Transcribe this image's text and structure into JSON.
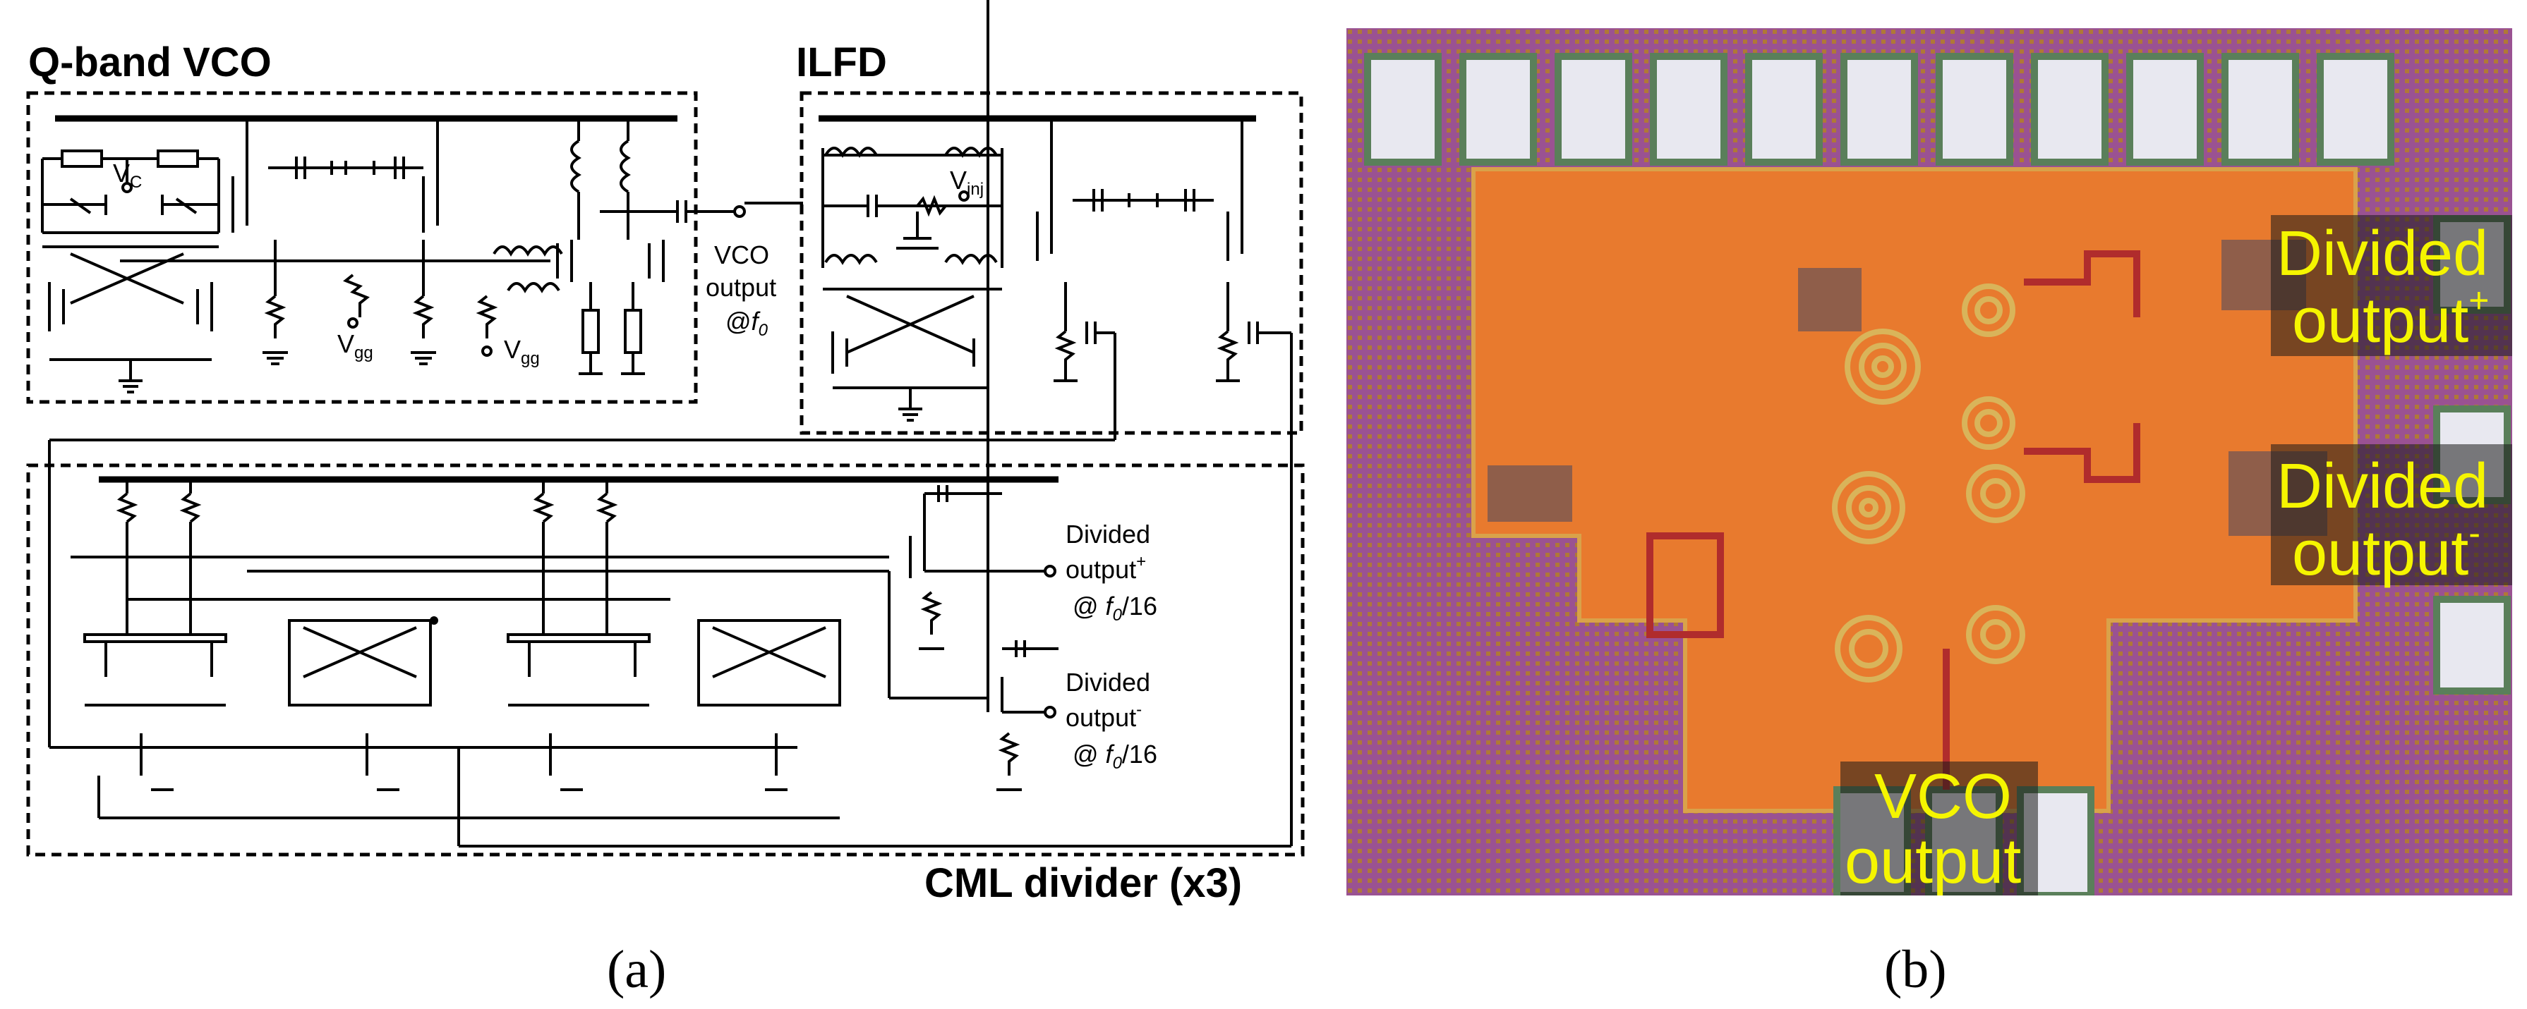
{
  "panel_a": {
    "vco_title": "Q-band VCO",
    "ilfd_title": "ILFD",
    "cml_title": "CML divider (x3)",
    "vc_label": "V",
    "vc_sub": "C",
    "vgg_label": "V",
    "vgg_sub": "gg",
    "vinj_label": "V",
    "vinj_sub": "inj",
    "vco_output_line1": "VCO",
    "vco_output_line2": "output",
    "vco_output_line3": "@",
    "vco_output_f": "f",
    "vco_output_f_sub": "0",
    "div_plus_line1": "Divided",
    "div_plus_line2": "output",
    "div_plus_sup": "+",
    "div_plus_line3": "@ ",
    "div_plus_freq": "/16",
    "div_minus_line1": "Divided",
    "div_minus_line2": "output",
    "div_minus_sup": "-",
    "div_minus_line3": "@ ",
    "div_minus_freq": "/16",
    "f_char": "f",
    "f_sub": "0",
    "caption": "(a)"
  },
  "panel_b": {
    "divided_plus_line1": "Divided",
    "divided_plus_line2": "output",
    "divided_plus_sup": "+",
    "divided_minus_line1": "Divided",
    "divided_minus_line2": "output",
    "divided_minus_sup": "-",
    "vco_line1": "VCO",
    "vco_line2": "output",
    "caption": "(b)"
  },
  "colors": {
    "die_bg": "#a5589a",
    "die_core": "#e87a2e",
    "pad": "#e8e8f0",
    "label_yellow": "#f5f500"
  }
}
